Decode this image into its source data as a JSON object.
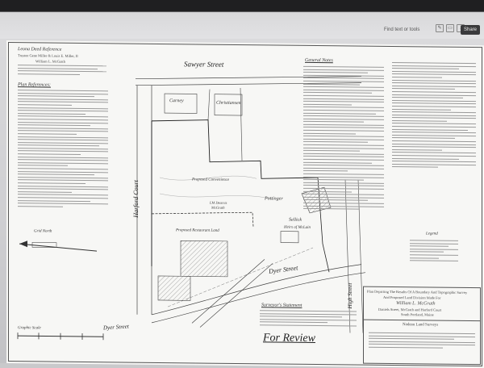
{
  "viewer": {
    "find_label": "Find text or tools",
    "share_label": "Share"
  },
  "plan": {
    "left_column": {
      "grantee_heading": "Leona Deed Reference",
      "grantee_names": "Trustee Gene Miller & Louis E. Miller, II",
      "grantee_names_2": "William L. McGrath",
      "plan_references_heading": "Plan References:",
      "grid_north": "Grid North",
      "graphic_scale": "Graphic Scale"
    },
    "streets": {
      "sawyer": "Sawyer Street",
      "dyer_right": "Dyer Street",
      "dyer_left": "Dyer Street",
      "high": "High Street",
      "harford": "Harford Court"
    },
    "parcels": {
      "carney": "Carney",
      "christiansen": "Christiansen",
      "pottinger": "Pottinger",
      "sellick": "Sellick",
      "heirs": "Heirs of McLain",
      "proposed_convenience": "Proposed Convenience",
      "proposed_restaurant": "Proposed Restaurant Land",
      "mcgrath_1": "LM Dearris",
      "mcgrath_2": "McGrath"
    },
    "general_notes_heading": "General Notes",
    "legend_heading": "Legend",
    "surveyor_heading": "Surveyor's Statement",
    "review_stamp": "For Review",
    "title_block": {
      "line1": "Plan Depicting The Results Of A Boundary And Topographic Survey",
      "line2": "And Proposed Land Division Made For",
      "client": "William L. McGrath",
      "line3": "Daniels Street, McGrath and Harford Court",
      "line4": "South Portland, Maine",
      "firm": "Nadeau Land Surveys"
    }
  }
}
